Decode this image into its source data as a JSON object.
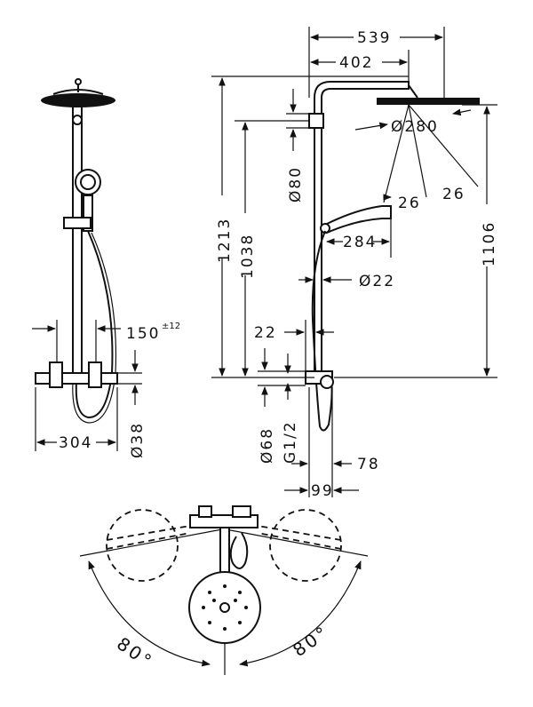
{
  "dimensions": {
    "d539": "539",
    "d402": "402",
    "d280": "Ø280",
    "d80": "Ø80",
    "d26a": "26",
    "d26b": "26",
    "d284": "284",
    "d22": "Ø22",
    "d1213": "1213",
    "d1038": "1038",
    "d1106": "1106",
    "d22b": "22",
    "d68": "Ø68",
    "dG12": "G1/2",
    "d78": "78",
    "d99": "99",
    "d150": "150",
    "d150_tol": "±12",
    "d38": "Ø38",
    "d304": "304"
  },
  "angles": {
    "left": "80°",
    "right": "80°"
  }
}
